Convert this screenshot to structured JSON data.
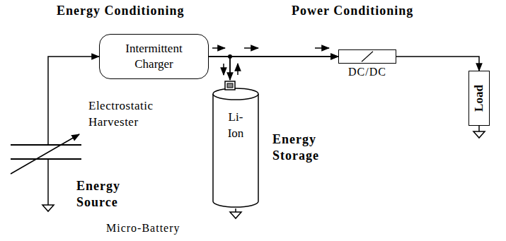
{
  "diagram": {
    "nodes": [
      {
        "text": [
          "Intermittent Charger"
        ]
      },
      {
        "text": [
          "Electrostatic Harvester"
        ]
      },
      {
        "text": [
          "Li- Ion"
        ]
      },
      {
        "text": [
          "DC/DC"
        ]
      },
      {
        "text": [
          "Load"
        ]
      }
    ],
    "edges": [
      {
        "from": 1,
        "to": 0,
        "arrow": "to"
      },
      {
        "from": 0,
        "to": 2,
        "arrow": "to"
      },
      {
        "from": 0,
        "to": 3,
        "arrow": "to"
      },
      {
        "from": 2,
        "to": 3,
        "arrow": "to"
      },
      {
        "from": 3,
        "to": 4,
        "arrow": "to"
      }
    ],
    "labels": [
      "Energy Conditioning",
      "Power Conditioning",
      "Energy Source",
      "Energy Storage",
      "Micro-Battery"
    ]
  }
}
